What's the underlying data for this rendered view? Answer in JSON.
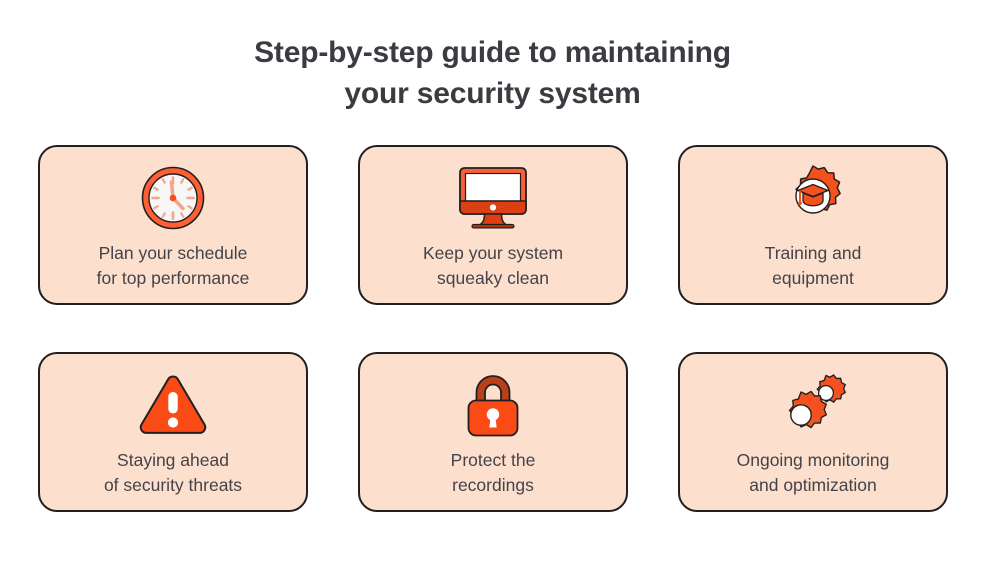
{
  "title": {
    "line1": "Step-by-step guide to maintaining",
    "line2": "your security system"
  },
  "colors": {
    "background": "#ffffff",
    "title_text": "#3b3b42",
    "card_fill": "#fce0cd",
    "card_border": "#231f20",
    "card_text": "#44434a",
    "accent_orange": "#f4511e",
    "accent_orange_light": "#ff5f32",
    "accent_orange_dark": "#c0391a",
    "accent_salmon": "#f4a58a",
    "icon_white": "#ffffff",
    "clock_face": "#f7f7f7"
  },
  "cards": [
    {
      "id": "plan-schedule",
      "icon": "clock-icon",
      "label": "Plan your schedule\nfor top performance"
    },
    {
      "id": "squeaky-clean",
      "icon": "monitor-icon",
      "label": "Keep your system\nsqueaky clean"
    },
    {
      "id": "training-equipment",
      "icon": "graduation-cap-gear-icon",
      "label": "Training and\nequipment"
    },
    {
      "id": "security-threats",
      "icon": "warning-triangle-icon",
      "label": "Staying ahead\nof security threats"
    },
    {
      "id": "protect-recordings",
      "icon": "padlock-icon",
      "label": "Protect the\nrecordings"
    },
    {
      "id": "ongoing-monitoring",
      "icon": "gears-icon",
      "label": "Ongoing monitoring\nand optimization"
    }
  ]
}
